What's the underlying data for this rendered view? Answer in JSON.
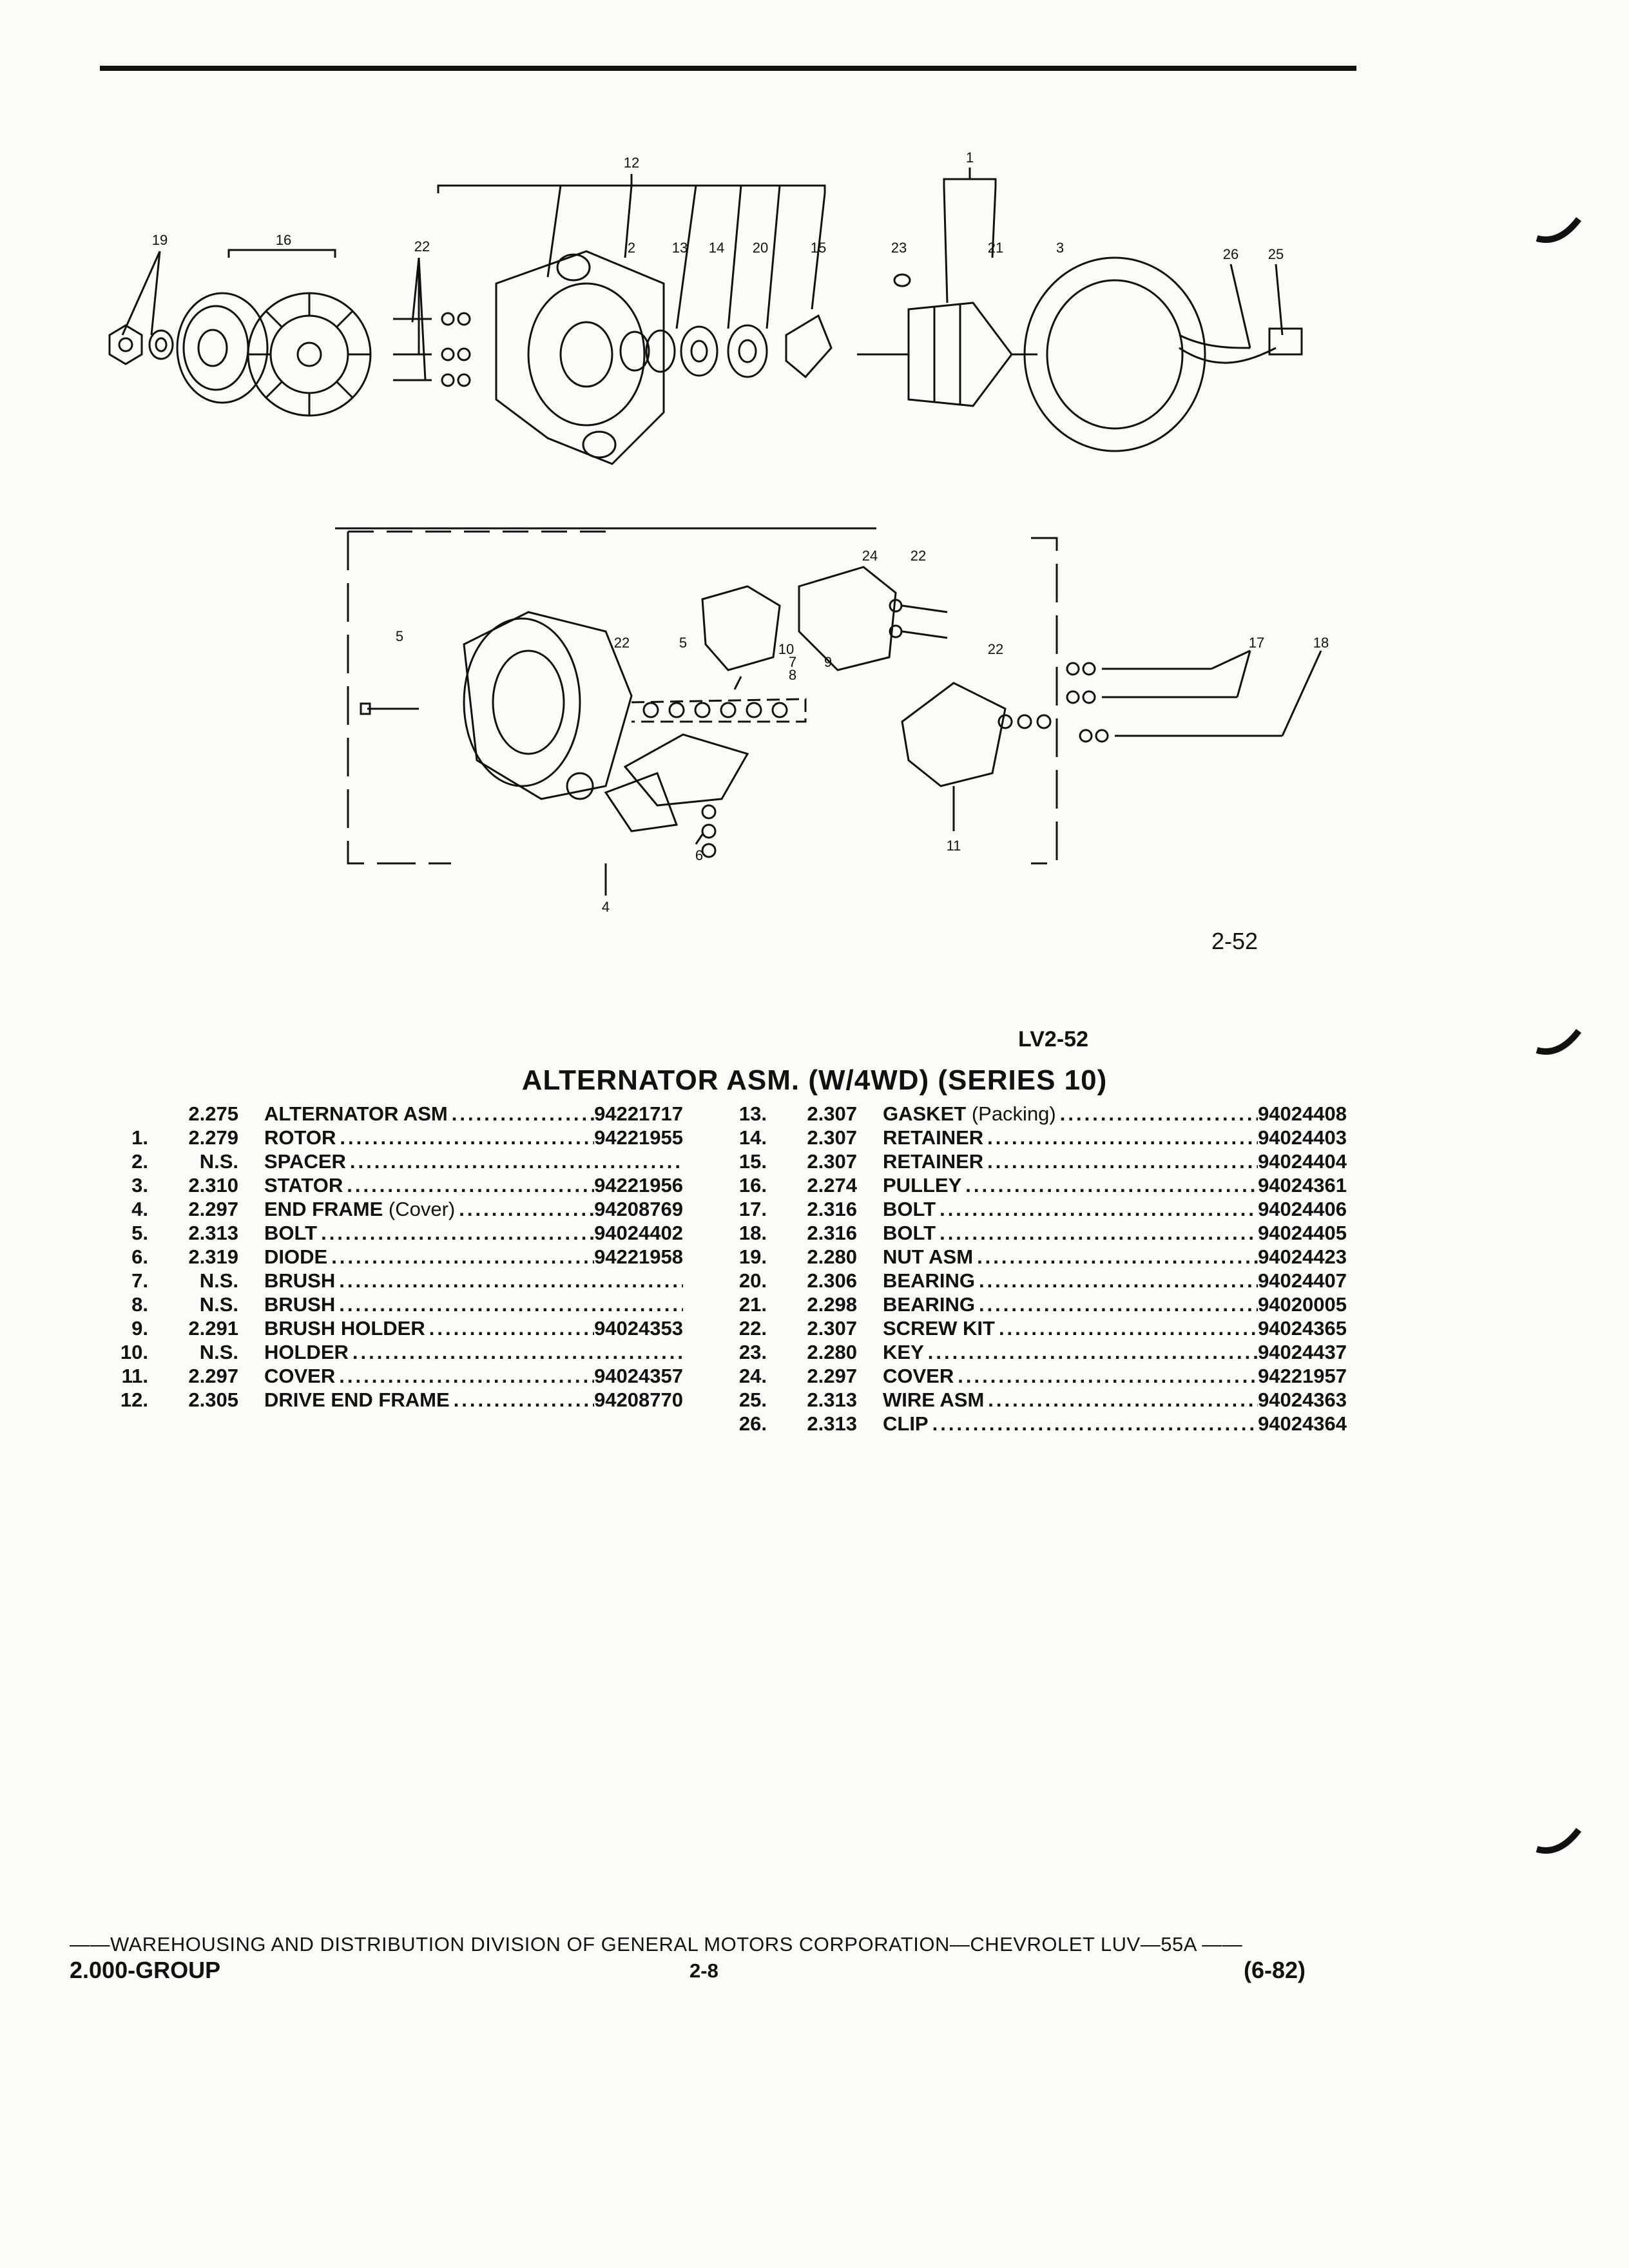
{
  "diagram": {
    "top_callouts": [
      "12",
      "19",
      "16",
      "22",
      "2",
      "13",
      "14",
      "20",
      "15",
      "23",
      "1",
      "21",
      "3",
      "26",
      "25"
    ],
    "bottom_callouts": [
      "24",
      "22",
      "5",
      "22",
      "5",
      "10",
      "7",
      "8",
      "9",
      "22",
      "17",
      "18",
      "6",
      "11",
      "4"
    ],
    "figure_number": "2-52",
    "illustration_code": "LV2-52"
  },
  "title": "ALTERNATOR ASM. (W/4WD) (SERIES 10)",
  "parts_left": [
    {
      "num": "",
      "group": "2.275",
      "name": "ALTERNATOR ASM",
      "note": "",
      "part": "94221717"
    },
    {
      "num": "1.",
      "group": "2.279",
      "name": "ROTOR",
      "note": "",
      "part": "94221955"
    },
    {
      "num": "2.",
      "group": "N.S.",
      "name": "SPACER",
      "note": "",
      "part": ""
    },
    {
      "num": "3.",
      "group": "2.310",
      "name": "STATOR",
      "note": "",
      "part": "94221956"
    },
    {
      "num": "4.",
      "group": "2.297",
      "name": "END FRAME",
      "note": "(Cover)",
      "part": "94208769"
    },
    {
      "num": "5.",
      "group": "2.313",
      "name": "BOLT",
      "note": "",
      "part": "94024402"
    },
    {
      "num": "6.",
      "group": "2.319",
      "name": "DIODE",
      "note": "",
      "part": "94221958"
    },
    {
      "num": "7.",
      "group": "N.S.",
      "name": "BRUSH",
      "note": "",
      "part": ""
    },
    {
      "num": "8.",
      "group": "N.S.",
      "name": "BRUSH",
      "note": "",
      "part": ""
    },
    {
      "num": "9.",
      "group": "2.291",
      "name": "BRUSH HOLDER",
      "note": "",
      "part": "94024353"
    },
    {
      "num": "10.",
      "group": "N.S.",
      "name": "HOLDER",
      "note": "",
      "part": ""
    },
    {
      "num": "11.",
      "group": "2.297",
      "name": "COVER",
      "note": "",
      "part": "94024357"
    },
    {
      "num": "12.",
      "group": "2.305",
      "name": "DRIVE END FRAME",
      "note": "",
      "part": "94208770"
    }
  ],
  "parts_right": [
    {
      "num": "13.",
      "group": "2.307",
      "name": "GASKET",
      "note": "(Packing)",
      "part": "94024408"
    },
    {
      "num": "14.",
      "group": "2.307",
      "name": "RETAINER",
      "note": "",
      "part": "94024403"
    },
    {
      "num": "15.",
      "group": "2.307",
      "name": "RETAINER",
      "note": "",
      "part": "94024404"
    },
    {
      "num": "16.",
      "group": "2.274",
      "name": "PULLEY",
      "note": "",
      "part": "94024361"
    },
    {
      "num": "17.",
      "group": "2.316",
      "name": "BOLT",
      "note": "",
      "part": "94024406"
    },
    {
      "num": "18.",
      "group": "2.316",
      "name": "BOLT",
      "note": "",
      "part": "94024405"
    },
    {
      "num": "19.",
      "group": "2.280",
      "name": "NUT ASM",
      "note": "",
      "part": "94024423"
    },
    {
      "num": "20.",
      "group": "2.306",
      "name": "BEARING",
      "note": "",
      "part": "94024407"
    },
    {
      "num": "21.",
      "group": "2.298",
      "name": "BEARING",
      "note": "",
      "part": "94020005"
    },
    {
      "num": "22.",
      "group": "2.307",
      "name": "SCREW KIT",
      "note": "",
      "part": "94024365"
    },
    {
      "num": "23.",
      "group": "2.280",
      "name": "KEY",
      "note": "",
      "part": "94024437"
    },
    {
      "num": "24.",
      "group": "2.297",
      "name": "COVER",
      "note": "",
      "part": "94221957"
    },
    {
      "num": "25.",
      "group": "2.313",
      "name": "WIRE ASM",
      "note": "",
      "part": "94024363"
    },
    {
      "num": "26.",
      "group": "2.313",
      "name": "CLIP",
      "note": "",
      "part": "94024364"
    }
  ],
  "footer": {
    "line": "——WAREHOUSING AND DISTRIBUTION DIVISION OF GENERAL MOTORS CORPORATION—CHEVROLET LUV—55A  ——",
    "group": "2.000-GROUP",
    "page": "2-8",
    "date": "(6-82)"
  }
}
